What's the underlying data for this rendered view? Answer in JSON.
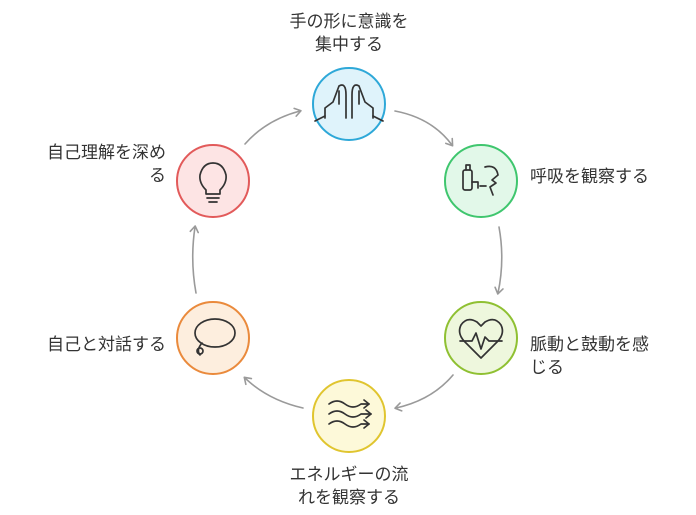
{
  "steps": [
    {
      "label": "手の形に意識を\n集中する",
      "icon": "praying-hands-icon",
      "fill": "#dff3fb",
      "stroke": "#2ea8d8"
    },
    {
      "label": "呼吸を観察する",
      "icon": "inhaler-breathing-icon",
      "fill": "#e2f8e9",
      "stroke": "#3fc66e"
    },
    {
      "label": "脈動と鼓動を感\nじる",
      "icon": "heartbeat-icon",
      "fill": "#eef7dd",
      "stroke": "#8fc032"
    },
    {
      "label": "エネルギーの流\nれを観察する",
      "icon": "energy-waves-icon",
      "fill": "#fdf9d9",
      "stroke": "#e0c52f"
    },
    {
      "label": "自己と対話する",
      "icon": "speech-loop-icon",
      "fill": "#fdeede",
      "stroke": "#ea8a3c"
    },
    {
      "label": "自己理解を深め\nる",
      "icon": "lightbulb-icon",
      "fill": "#fde4e4",
      "stroke": "#e25a5a"
    }
  ],
  "arrow_color": "#9a9a9a",
  "icon_stroke_color": "#333333"
}
